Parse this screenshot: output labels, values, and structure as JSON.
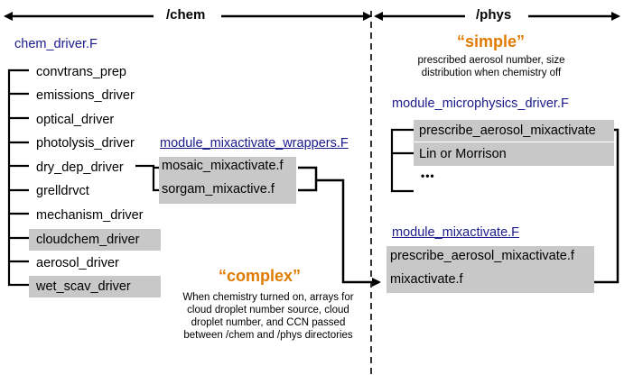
{
  "headers": {
    "chem": "/chem",
    "phys": "/phys"
  },
  "chem_driver": {
    "title": "chem_driver.F",
    "items": [
      {
        "label": "convtrans_prep",
        "highlighted": false
      },
      {
        "label": "emissions_driver",
        "highlighted": false
      },
      {
        "label": "optical_driver",
        "highlighted": false
      },
      {
        "label": "photolysis_driver",
        "highlighted": false
      },
      {
        "label": "dry_dep_driver",
        "highlighted": false
      },
      {
        "label": "grelldrvct",
        "highlighted": false
      },
      {
        "label": "mechanism_driver",
        "highlighted": false
      },
      {
        "label": "cloudchem_driver",
        "highlighted": true
      },
      {
        "label": "aerosol_driver",
        "highlighted": false
      },
      {
        "label": "wet_scav_driver",
        "highlighted": true
      }
    ]
  },
  "wrappers": {
    "title": "module_mixactivate_wrappers.F",
    "items": [
      "mosaic_mixactivate.f",
      "sorgam_mixactive.f"
    ]
  },
  "simple": {
    "label": "“simple”",
    "note": "prescribed aerosol number, size distribution when chemistry off"
  },
  "microphysics": {
    "title": "module_microphysics_driver.F",
    "items": [
      "prescribe_aerosol_mixactivate",
      "Lin or Morrison",
      "•••"
    ]
  },
  "mixactivate": {
    "title": "module_mixactivate.F",
    "items": [
      "prescribe_aerosol_mixactivate.f",
      "mixactivate.f"
    ]
  },
  "complex": {
    "label": "“complex”",
    "note": "When chemistry turned on, arrays for cloud droplet number source, cloud droplet number, and CCN passed between /chem and /phys directories"
  },
  "colors": {
    "highlight": "#c8c8c8",
    "module_title": "#1a1a8c",
    "accent": "#e07b00"
  }
}
